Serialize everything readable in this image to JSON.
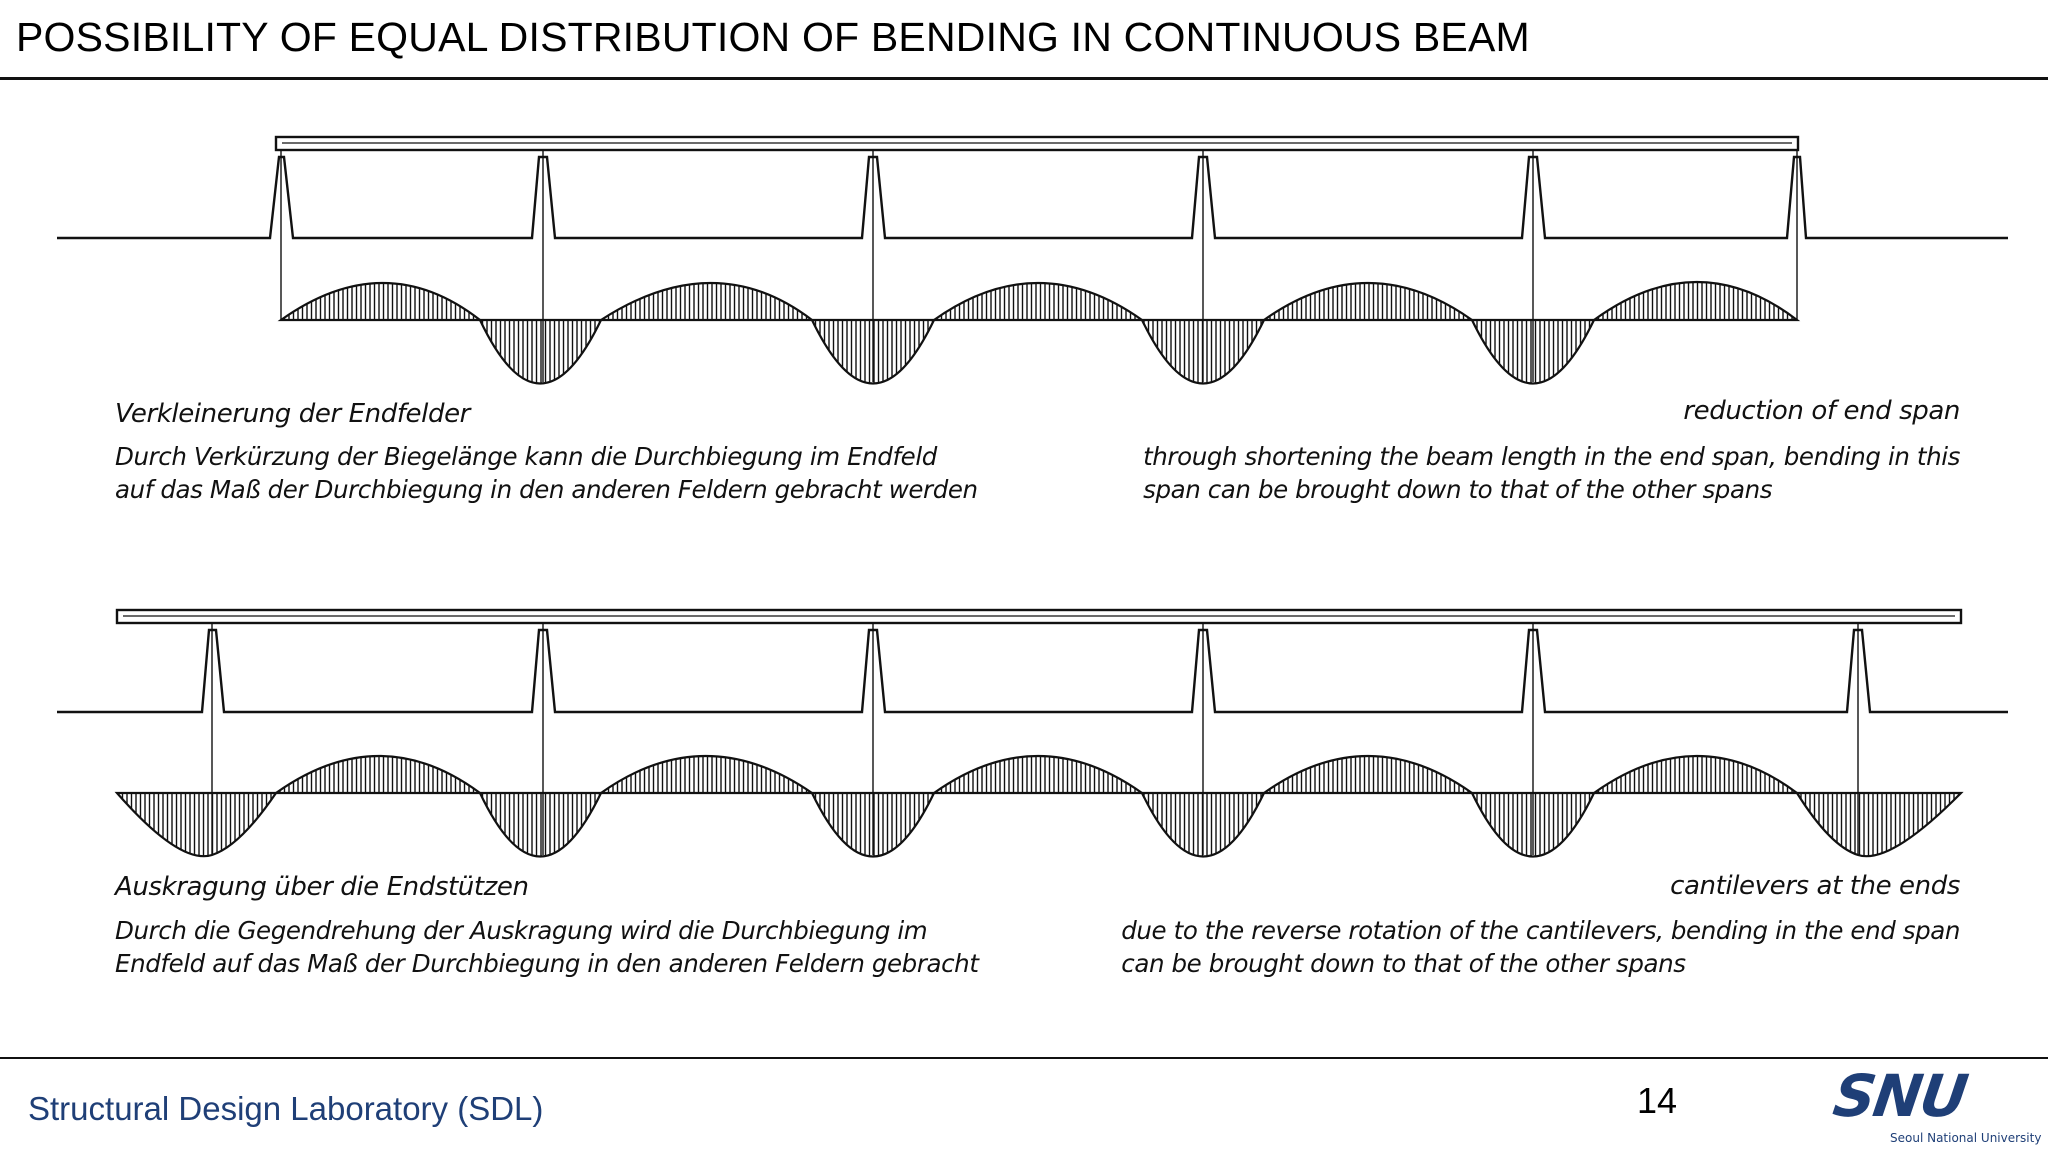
{
  "slide": {
    "title": "POSSIBILITY OF EQUAL DISTRIBUTION OF BENDING IN CONTINUOUS BEAM",
    "page_number": "14",
    "footer": "Structural Design Laboratory (SDL)",
    "logo": {
      "mark": "SNU",
      "name": "Seoul National University",
      "color": "#1f3f77"
    }
  },
  "figures": [
    {
      "label_de": "Verkleinerung der Endfelder",
      "text_de": [
        "Durch Verkürzung der Biegelänge kann die Durchbiegung im  Endfeld",
        "auf das Maß der Durchbiegung in den anderen Feldern gebracht werden"
      ],
      "label_en": "reduction of end span",
      "text_en": [
        "through shortening the beam length in the end span,  bending in this",
        "span can be brought down to that of the other spans"
      ]
    },
    {
      "label_de": "Auskragung über die Endstützen",
      "text_de": [
        "Durch die Gegendrehung der Auskragung  wird die Durchbiegung  im",
        "Endfeld auf das Maß der Durchbiegung in den anderen Feldern gebracht"
      ],
      "label_en": "cantilevers at the ends",
      "text_en": [
        "due to the reverse rotation of the cantilevers, bending in the end span",
        "can be brought down to that of the other spans"
      ]
    }
  ]
}
